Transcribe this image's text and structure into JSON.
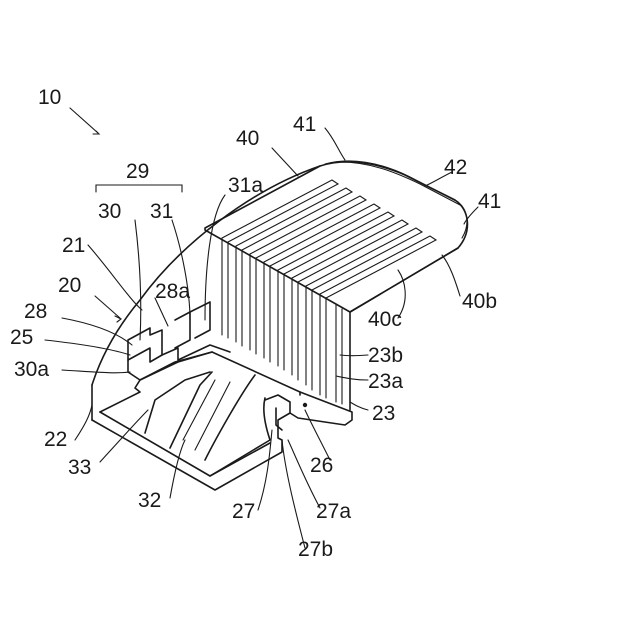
{
  "figure": {
    "reference_labels": {
      "l10": "10",
      "l40": "40",
      "l41a": "41",
      "l41b": "41",
      "l42": "42",
      "l29": "29",
      "l31a": "31a",
      "l30": "30",
      "l31": "31",
      "l21": "21",
      "l20": "20",
      "l28a": "28a",
      "l28": "28",
      "l25": "25",
      "l30a": "30a",
      "l40c": "40c",
      "l40b": "40b",
      "l23b": "23b",
      "l23a": "23a",
      "l23": "23",
      "l22": "22",
      "l33": "33",
      "l26": "26",
      "l32": "32",
      "l27": "27",
      "l27a": "27a",
      "l27b": "27b"
    }
  }
}
